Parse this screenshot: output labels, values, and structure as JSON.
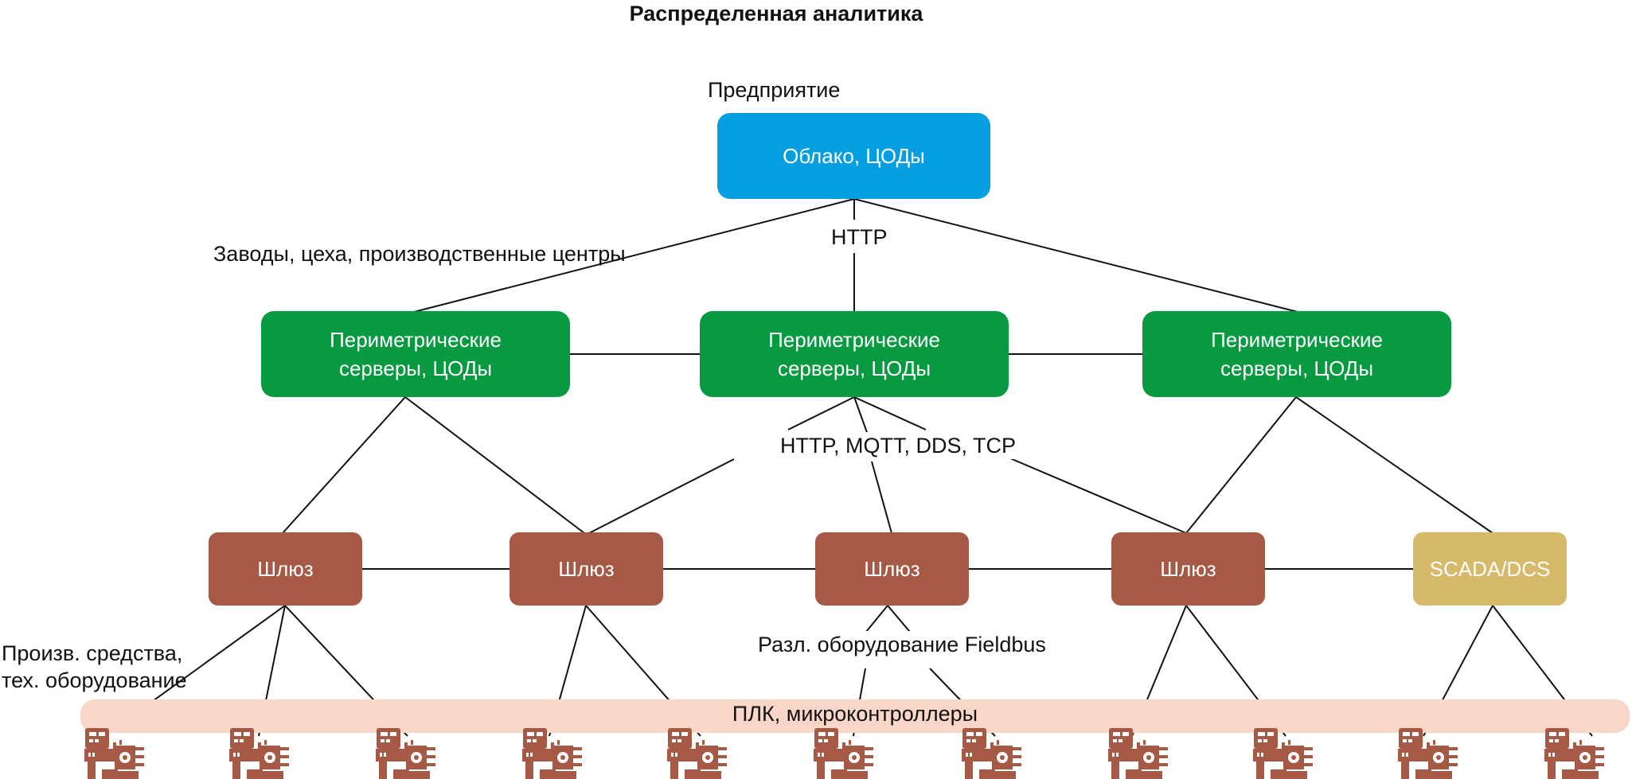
{
  "title": "Распределенная аналитика",
  "levels": {
    "enterprise": "Предприятие",
    "plants": "Заводы, цеха, производственные центры",
    "production_line1": "Произв. средства,",
    "production_line2": "тех. оборудование"
  },
  "protocols": {
    "top": "HTTP",
    "middle": "HTTP, MQTT, DDS, TCP",
    "fieldbus": "Разл. оборудование Fieldbus"
  },
  "nodes": {
    "cloud": "Облако, ЦОДы",
    "perimeter_line1": "Периметрические",
    "perimeter_line2": "серверы, ЦОДы",
    "gateway": "Шлюз",
    "scada": "SCADA/DCS"
  },
  "band": "ПЛК, микроконтроллеры",
  "device_icon": "industrial-machine-icon",
  "colors": {
    "cloud": "#059fe1",
    "perimeter": "#079a41",
    "gateway": "#a65a45",
    "scada": "#d7b96a",
    "band": "#f9d6c8",
    "device": "#a65a45"
  }
}
